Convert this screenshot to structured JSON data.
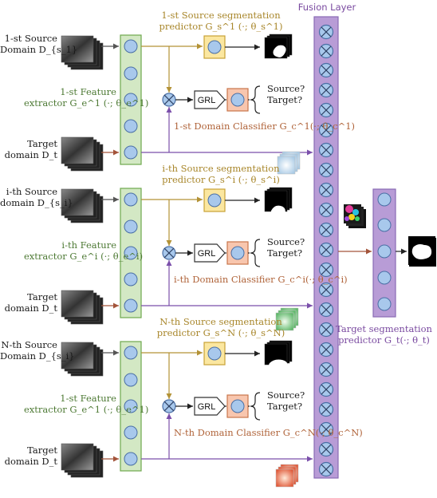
{
  "fusion": {
    "title": "Fusion Layer"
  },
  "branches": [
    {
      "source_domain": [
        "1-st Source",
        "Domain D_{s_1}"
      ],
      "feature_extractor": [
        "1-st Feature",
        "extractor G_e^1 (·; θ_e^1)"
      ],
      "seg_predictor": [
        "1-st Source segmentation",
        "predictor G_s^1 (·; θ_s^1)"
      ],
      "domain_classifier": "1-st Domain Classifier G_c^1(·; θ_c^1)",
      "target_domain": [
        "Target",
        "domain D_t"
      ]
    },
    {
      "source_domain": [
        "i-th Source",
        "domain D_{s_i}"
      ],
      "feature_extractor": [
        "i-th Feature",
        "extractor G_e^i (·; θ_e^i)"
      ],
      "seg_predictor": [
        "i-th Source segmentation",
        "predictor G_s^i (·; θ_s^i)"
      ],
      "domain_classifier": "i-th Domain Classifier G_c^i(·; θ_c^i)",
      "target_domain": [
        "Target",
        "domain D_t"
      ]
    },
    {
      "source_domain": [
        "N-th Source",
        "Domain D_{s_i}"
      ],
      "feature_extractor": [
        "1-st Feature",
        "extractor G_e^1 (·; θ_e^1)"
      ],
      "seg_predictor": [
        "N-th Source segmentation",
        "predictor G_s^N (·; θ_s^N)"
      ],
      "domain_classifier": "N-th Domain Classifier G_c^N(·; θ_c^N)",
      "target_domain": [
        "Target",
        "domain D_t"
      ]
    }
  ],
  "grl_label": "GRL",
  "classifier_outputs": [
    "Source?",
    "Target?"
  ],
  "target_predictor": [
    "Target segmentation",
    "predictor G_t(·; θ_t)"
  ],
  "colors": {
    "green_fill": "#d3e8c4",
    "green_stroke": "#6fa84e",
    "circle_fill": "#a8c8ec",
    "circle_stroke": "#4a6fa5",
    "purple_fill": "#b89cd6",
    "purple_stroke": "#8a6cb4",
    "yellow_fill": "#fbe7a0",
    "yellow_stroke": "#c9a236",
    "orange_fill": "#f8c6ae",
    "orange_stroke": "#c9754a",
    "gold_line": "#b39236",
    "purple_line": "#7b4fab",
    "brown_line": "#a3543a",
    "gray_line": "#555555"
  }
}
